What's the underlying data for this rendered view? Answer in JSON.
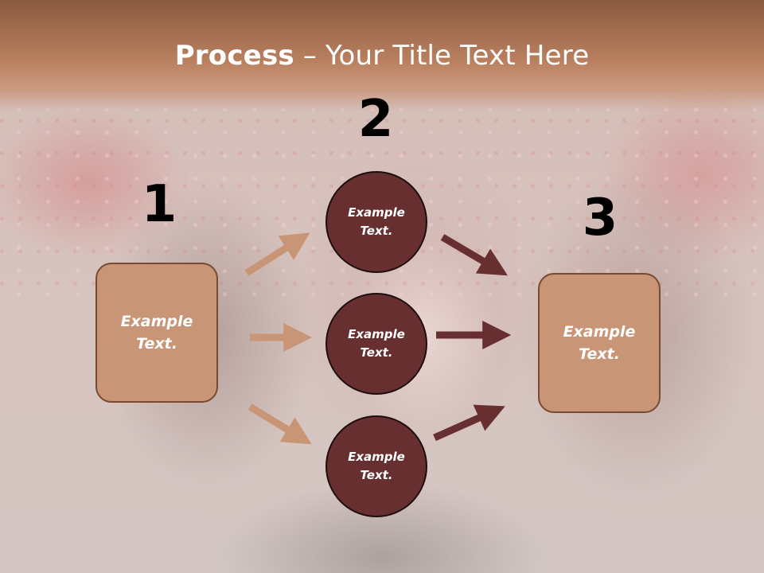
{
  "title": {
    "bold": "Process",
    "rest": " – Your Title Text Here"
  },
  "steps": [
    {
      "number": "1",
      "text": "Example\nText."
    },
    {
      "number": "2",
      "text": ""
    },
    {
      "number": "3",
      "text": "Example\nText."
    }
  ],
  "nodes": [
    {
      "text": "Example\nText."
    },
    {
      "text": "Example\nText."
    },
    {
      "text": "Example\nText."
    }
  ],
  "colors": {
    "header": "#b9805f",
    "box_fill": "#c99577",
    "circle_fill": "#672f2f",
    "arrow_in": "#c99577",
    "arrow_out": "#672f2f"
  }
}
